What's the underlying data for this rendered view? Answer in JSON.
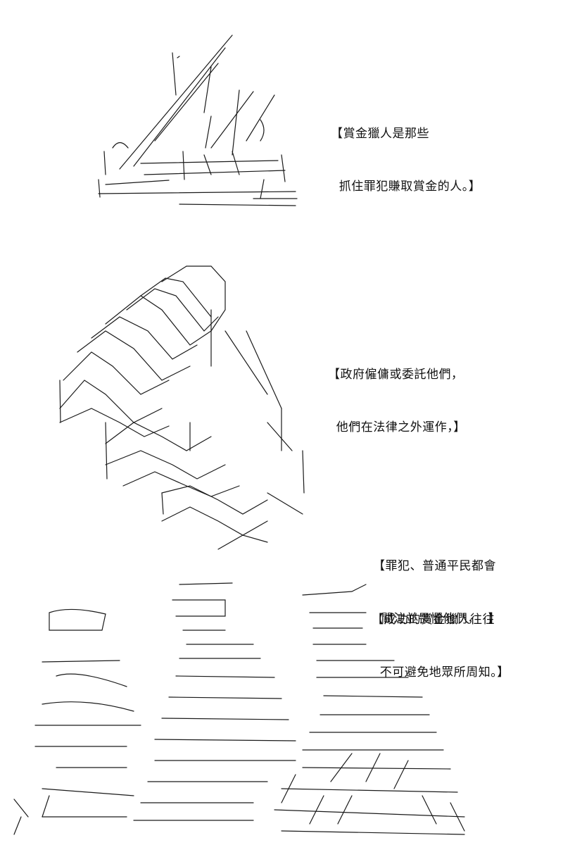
{
  "captions": [
    {
      "line1": "【賞金獵人是那些",
      "line2": "  抓住罪犯賺取賞金的人。】"
    },
    {
      "line1": "【政府僱傭或委託他們，",
      "line2": "  他們在法律之外運作，】"
    },
    {
      "line1": "【罪犯、普通平民都會",
      "line2": "  關注並畏懼他們，  】"
    },
    {
      "line1": "【成功的賞金獵人往往",
      "line2": "  不可避免地眾所周知。】"
    }
  ]
}
